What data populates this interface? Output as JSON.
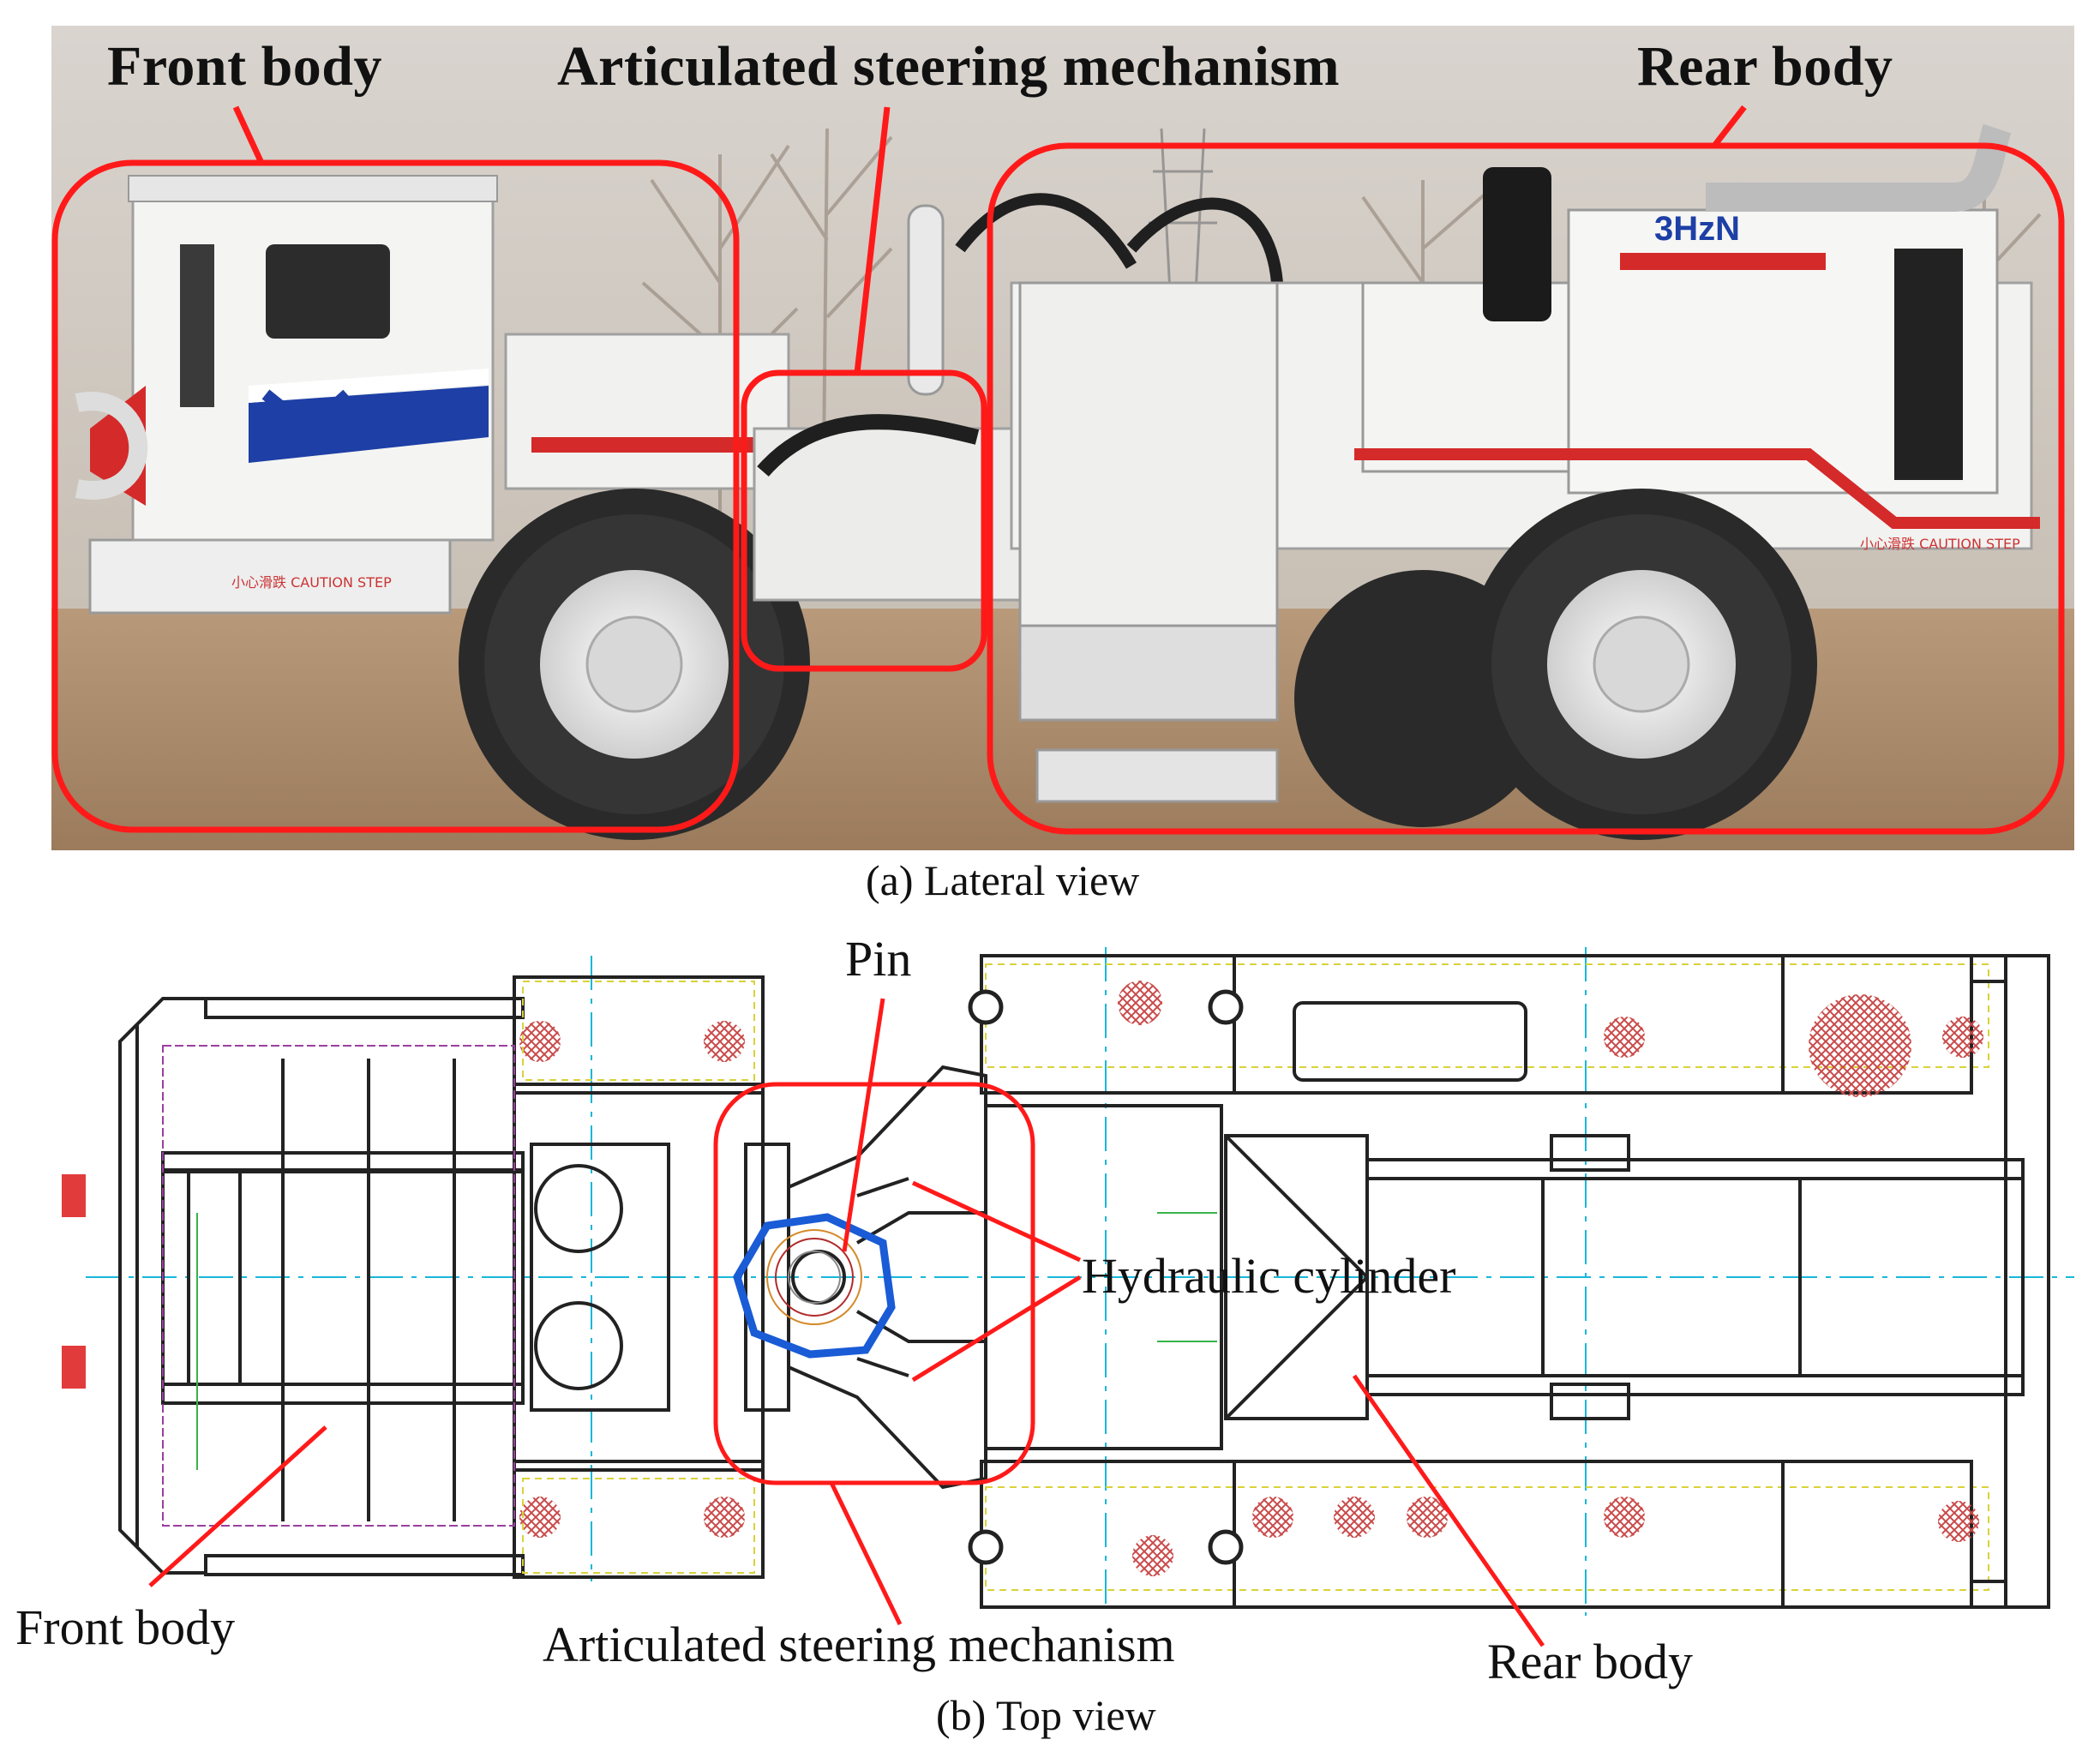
{
  "panel_a": {
    "labels": {
      "front_body": "Front body",
      "steering": "Articulated steering mechanism",
      "rear_body": "Rear body"
    },
    "vehicle_markings": {
      "rear_logo": "3HzN",
      "caution_front": "小心滑跌 CAUTION STEP",
      "caution_rear": "小心滑跌 CAUTION STEP"
    },
    "caption": "(a) Lateral view"
  },
  "panel_b": {
    "labels": {
      "pin": "Pin",
      "hydraulic_cylinder": "Hydraulic cylinder",
      "front_body": "Front body",
      "steering": "Articulated steering mechanism",
      "rear_body": "Rear body"
    },
    "caption": "(b) Top view"
  },
  "colors": {
    "highlight_red": "#ff1a1a",
    "pin_blue": "#1a5bd6",
    "drawing_black": "#222222",
    "centerline_cyan": "#19b7d9",
    "hatch_red": "#c94a4a",
    "guide_yellow": "#d9d23a",
    "guide_green": "#37b34a"
  }
}
